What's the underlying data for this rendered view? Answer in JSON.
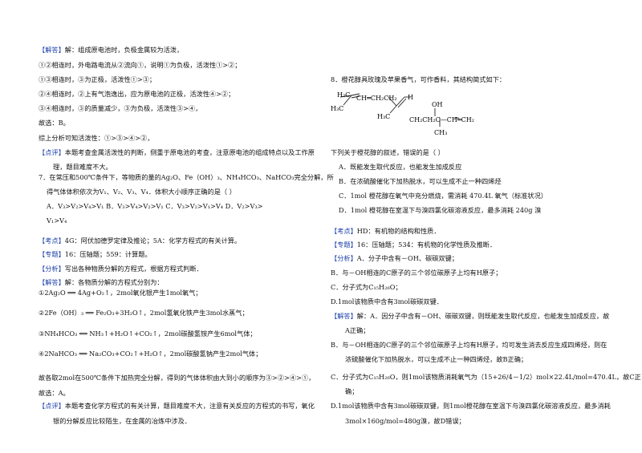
{
  "left": [
    {
      "t": 58,
      "tag": "【解答】",
      "text": "解：组成原电池时，负极金属较为活泼，"
    },
    {
      "t": 77,
      "text": "①②相连时，外电路电流从②流向①，说明①为负极，活泼性①>②；"
    },
    {
      "t": 95,
      "text": "①③相连时，③为正极，活泼性①>③；"
    },
    {
      "t": 113,
      "text": "②④相连时，②上有气泡逸出，应为原电池的正极，活泼性④>②；"
    },
    {
      "t": 131,
      "text": "③④相连时，③的质量减少，③为负极，活泼性③>④，"
    },
    {
      "t": 149,
      "text": "故选：B。"
    },
    {
      "t": 168,
      "text": "综上分析可知活泼性：①>③>④>②，"
    },
    {
      "t": 186,
      "tag": "【点评】",
      "text": "本题考查金属活泼性的判断，侧重于原电池的考查，注意原电池的组成特点以及工作原"
    },
    {
      "t": 204,
      "indent": 18,
      "text": "理，题目难度不大。"
    },
    {
      "t": 217,
      "text": "7．在常压和500℃条件下，等物质的量的Ag₂O、Fe（OH）₃、NH₄HCO₃、NaHCO₃完全分解，所"
    },
    {
      "t": 235,
      "indent": 10,
      "text": "得气体体积依次为V₁、V₂、V₃、V₄．体积大小顺序正确的是（     ）"
    },
    {
      "t": 253,
      "indent": 10,
      "text": "A．V₃>V₂>V₄>V₁      B．V₃>V₄>V₂>V₁      C．V₃>V₂>V₁>V₄      D．V₂>V₃>"
    },
    {
      "t": 271,
      "indent": 10,
      "text": "V₁>V₄"
    },
    {
      "t": 296,
      "tag": "【考点】",
      "text": "4G：阿伏加德罗定律及推论；5A：化学方程式的有关计算。"
    },
    {
      "t": 313,
      "tag": "【专题】",
      "text": "16：压轴题；559：计算题。"
    },
    {
      "t": 331,
      "tag": "【分析】",
      "text": "写出各种物质分解的方程式，根据方程式判断．"
    },
    {
      "t": 348,
      "tag": "【解答】",
      "text": "解：各物质分解的方程式分别为："
    },
    {
      "t": 361,
      "text": "①2Ag₂O ══ 4Ag+O₂↑，2mol氧化银产生1mol氧气；"
    },
    {
      "t": 386,
      "text": "②2Fe（OH）₃ ══ Fe₂O₃+3H₂O↑，2mol氢氧化铁产生3mol水蒸气；"
    },
    {
      "t": 412,
      "text": "③NH₄HCO₃ ══ NH₃↑+H₂O↑+CO₂↑，2mol碳酸氢铵产生6mol气体；"
    },
    {
      "t": 437,
      "text": "④2NaHCO₃ ══ Na₂CO₃+CO₂↑+H₂O↑，2mol碳酸氢钠产生2mol气体；"
    },
    {
      "t": 467,
      "text": "故各取2mol在500℃条件下加热完全分解，得到的气体体积由大到小的顺序为③>②>④>①，"
    },
    {
      "t": 486,
      "text": "故选：A。"
    },
    {
      "t": 502,
      "tag": "【点评】",
      "text": "本题考查化学方程式的有关计算，题目难度不大，注意有关反应的方程式的书写，氧化"
    },
    {
      "t": 521,
      "indent": 18,
      "text": "银的分解反应比较陌生，在金属的冶炼中涉及．"
    }
  ],
  "right": [
    {
      "t": 95,
      "text": "8．橙花醇具玫瑰及苹果香气，可作香料，其结构简式如下："
    },
    {
      "t": 186,
      "text": "下列关于橙花醇的叙述，错误的是（     ）"
    },
    {
      "t": 204,
      "indent": 10,
      "text": "A．既能发生取代反应，也能发生加成反应"
    },
    {
      "t": 222,
      "indent": 10,
      "text": "B．在浓硫酸催化下加热脱水，可以生成不止一种四烯烃"
    },
    {
      "t": 240,
      "indent": 10,
      "text": "C．1mol 橙花醇在氧气中充分燃烧，需消耗 470.4L 氧气（标准状况）"
    },
    {
      "t": 258,
      "indent": 10,
      "text": "D．1mol 橙花醇在室温下与溴四氯化碳溶液反应，最多消耗 240g 溴"
    },
    {
      "t": 284,
      "tag": "【考点】",
      "text": "HD：有机物的结构和性质．"
    },
    {
      "t": 301,
      "tag": "【专题】",
      "text": "16：压轴题；534：有机物的化学性质及推断．"
    },
    {
      "t": 318,
      "tag": "【分析】",
      "text": "A．分子中含有－OH、碳碳双键；"
    },
    {
      "t": 336,
      "text": "B．与－OH相连的C原子的三个邻位碳原子上均有H原子；"
    },
    {
      "t": 354,
      "text": "C．分子式为C₁₅H₂₆O；"
    },
    {
      "t": 372,
      "text": "D.1mol该物质中含有3mol碳碳双键．"
    },
    {
      "t": 390,
      "tag": "【解答】",
      "text": "解：A．因分子中含有－OH、碳碳双键，则既能发生取代反应，也能发生加成反应，故"
    },
    {
      "t": 408,
      "indent": 18,
      "text": "A正确；"
    },
    {
      "t": 426,
      "text": "B．与－OH相连的C原子的三个邻位碳原子上均有H原子，均可发生消去反应生成四烯烃，则在"
    },
    {
      "t": 444,
      "indent": 18,
      "text": "浓硫酸催化下加热脱水，可以生成不止一种四烯烃，故B正确；"
    },
    {
      "t": 466,
      "text": "C．分子式为C₁₅H₂₆O，则1mol该物质消耗氧气为（15+26/4－1/2）mol×22.4L/mol=470.4L，故C正"
    },
    {
      "t": 484,
      "indent": 18,
      "text": "确；"
    },
    {
      "t": 502,
      "text": "D.1mol该物质中含有3mol碳碳双键，则1mol橙花醇在室温下与溴四氯化碳溶液反应，最多消耗"
    },
    {
      "t": 521,
      "indent": 18,
      "text": "3mol×160g/mol=480g溴，故D错误；"
    }
  ],
  "structure": {
    "top_frags": [
      "H₂C",
      "C",
      "CH₂CH₂CH₂",
      "C",
      "H",
      "OH"
    ],
    "mid_frags": [
      "H₃C",
      "H₃C",
      "CH₂CH₂C",
      "CH",
      "CH₂"
    ],
    "bottom_frag": "CH₃"
  },
  "colors": {
    "tag": "#1b3fa8",
    "text": "#111111"
  }
}
